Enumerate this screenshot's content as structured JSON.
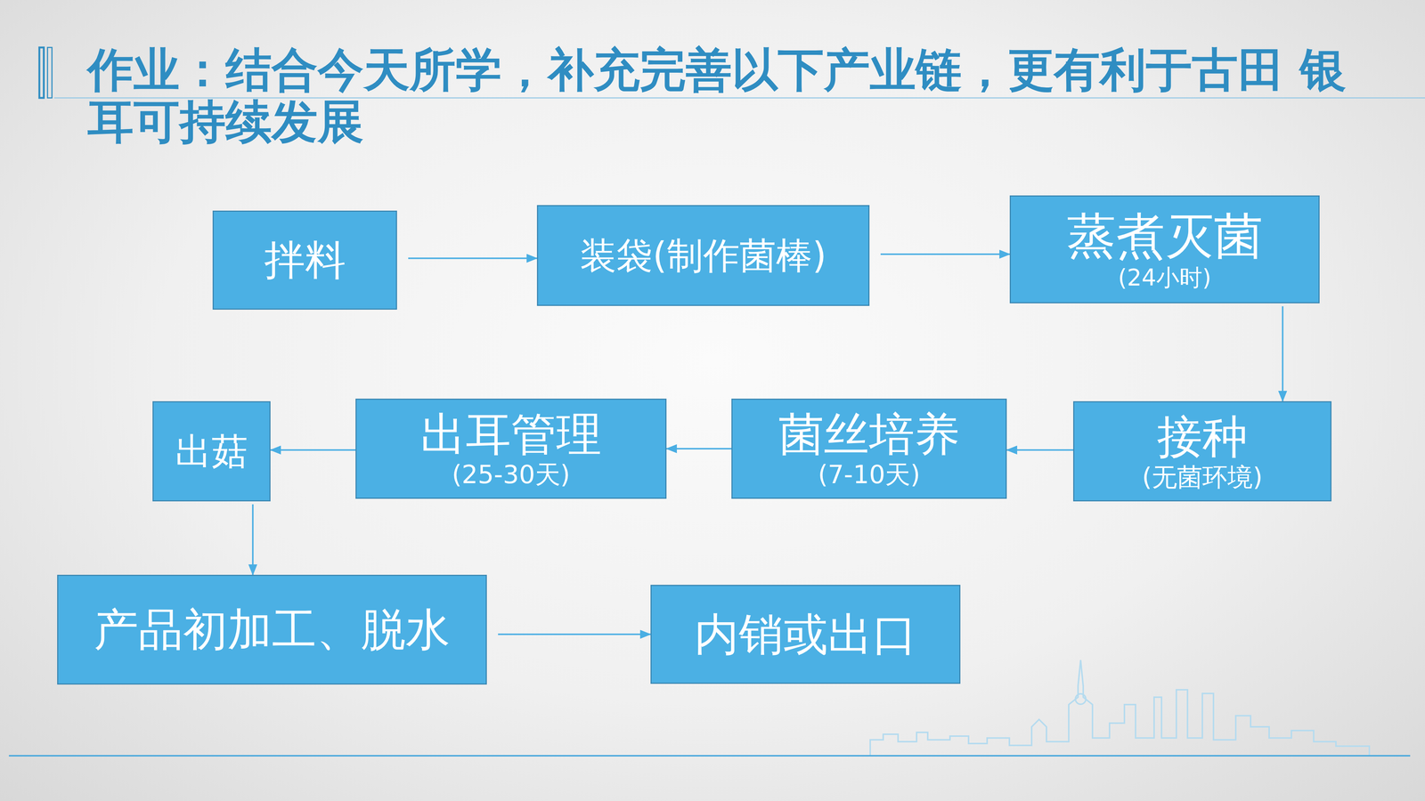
{
  "diagram": {
    "title": "作业：结合今天所学，补充完善以下产业链，更有利于古田 银耳可持续发展",
    "nodes": [
      {
        "text": [
          "拌料"
        ]
      },
      {
        "text": [
          "装袋(制作菌棒)"
        ]
      },
      {
        "text": [
          "蒸煮灭菌",
          "(24小时)"
        ]
      },
      {
        "text": [
          "接种",
          "(无菌环境)"
        ]
      },
      {
        "text": [
          "菌丝培养",
          "(7-10天)"
        ]
      },
      {
        "text": [
          "出耳管理",
          "(25-30天)"
        ]
      },
      {
        "text": [
          "出菇"
        ]
      },
      {
        "text": [
          "产品初加工、脱水"
        ]
      },
      {
        "text": [
          "内销或出口"
        ]
      }
    ],
    "edges": [
      {
        "from": 0,
        "to": 1,
        "arrow": "to"
      },
      {
        "from": 1,
        "to": 2,
        "arrow": "to"
      },
      {
        "from": 2,
        "to": 3,
        "arrow": "to"
      },
      {
        "from": 3,
        "to": 4,
        "arrow": "to"
      },
      {
        "from": 4,
        "to": 5,
        "arrow": "to"
      },
      {
        "from": 5,
        "to": 6,
        "arrow": "to"
      },
      {
        "from": 6,
        "to": 7,
        "arrow": "to"
      },
      {
        "from": 7,
        "to": 8,
        "arrow": "to"
      }
    ]
  }
}
